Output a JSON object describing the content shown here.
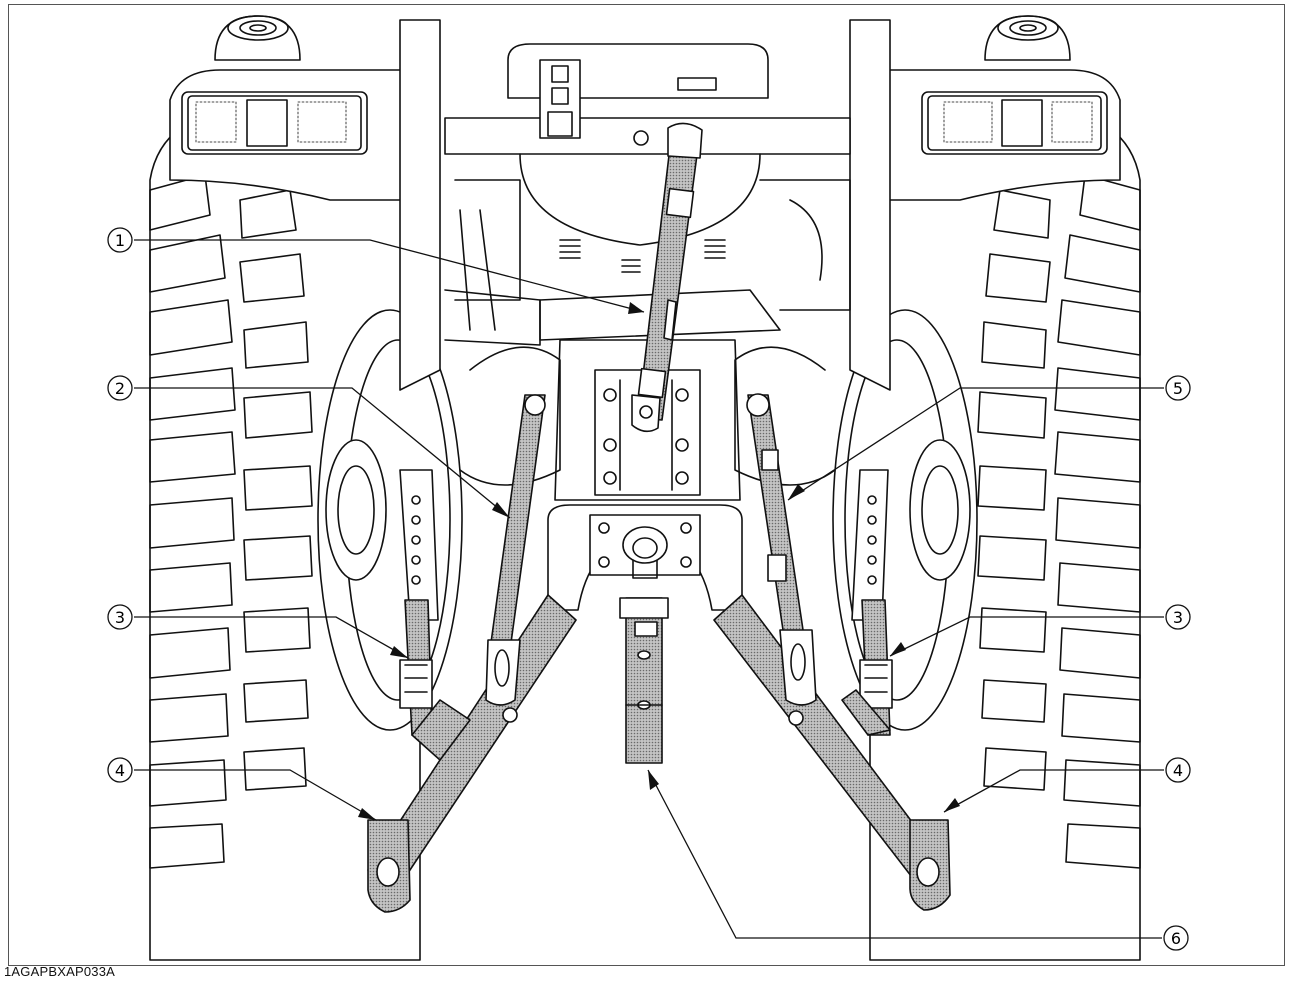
{
  "figure": {
    "code": "1AGAPBXAP033A"
  },
  "callouts": [
    {
      "id": "c1-top",
      "label": "1"
    },
    {
      "id": "c2",
      "label": "2"
    },
    {
      "id": "c3-left",
      "label": "3"
    },
    {
      "id": "c4-left",
      "label": "4"
    },
    {
      "id": "c5",
      "label": "5"
    },
    {
      "id": "c3-right",
      "label": "3"
    },
    {
      "id": "c4-right",
      "label": "4"
    },
    {
      "id": "c6",
      "label": "6"
    }
  ],
  "colors": {
    "line": "#111111",
    "shade": "#9a9a9a",
    "frame": "#555555"
  }
}
